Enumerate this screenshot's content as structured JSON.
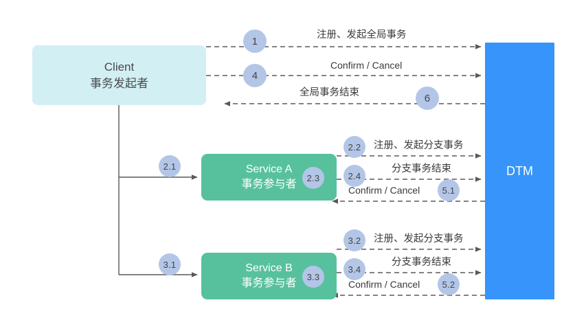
{
  "diagram": {
    "title": "DTM distributed transaction flow",
    "colors": {
      "client_fill": "#d2eff4",
      "service_fill": "#57c19d",
      "dtm_fill": "#3694fa",
      "badge_fill": "#b3c6e7",
      "line": "#595959",
      "text_dark": "#4a4a4a",
      "text_light": "#ffffff"
    }
  },
  "nodes": {
    "client": {
      "line1": "Client",
      "line2": "事务发起者"
    },
    "service_a": {
      "line1": "Service A",
      "line2": "事务参与者",
      "badge": "2.3"
    },
    "service_b": {
      "line1": "Service B",
      "line2": "事务参与者",
      "badge": "3.3"
    },
    "dtm": {
      "label": "DTM"
    }
  },
  "edges": [
    {
      "id": "e1",
      "badge": "1",
      "label": "注册、发起全局事务",
      "from": "client",
      "to": "dtm",
      "style": "dashed",
      "direction": "right"
    },
    {
      "id": "e4",
      "badge": "4",
      "label": "Confirm / Cancel",
      "from": "client",
      "to": "dtm",
      "style": "dashed",
      "direction": "right"
    },
    {
      "id": "e6",
      "badge": "6",
      "label": "全局事务结束",
      "from": "dtm",
      "to": "client",
      "style": "dashed",
      "direction": "left"
    },
    {
      "id": "e21",
      "badge": "2.1",
      "label": "",
      "from": "client",
      "to": "service_a",
      "style": "solid",
      "direction": "right"
    },
    {
      "id": "e22",
      "badge": "2.2",
      "label": "注册、发起分支事务",
      "from": "service_a",
      "to": "dtm",
      "style": "dashed",
      "direction": "right"
    },
    {
      "id": "e24",
      "badge": "2.4",
      "label": "分支事务结束",
      "from": "service_a",
      "to": "dtm",
      "style": "dashed",
      "direction": "right"
    },
    {
      "id": "e51",
      "badge": "5.1",
      "label": "Confirm / Cancel",
      "from": "dtm",
      "to": "service_a",
      "style": "dashed",
      "direction": "left"
    },
    {
      "id": "e31",
      "badge": "3.1",
      "label": "",
      "from": "client",
      "to": "service_b",
      "style": "solid",
      "direction": "right"
    },
    {
      "id": "e32",
      "badge": "3.2",
      "label": "注册、发起分支事务",
      "from": "service_b",
      "to": "dtm",
      "style": "dashed",
      "direction": "right"
    },
    {
      "id": "e34",
      "badge": "3.4",
      "label": "分支事务结束",
      "from": "service_b",
      "to": "dtm",
      "style": "dashed",
      "direction": "right"
    },
    {
      "id": "e52",
      "badge": "5.2",
      "label": "Confirm / Cancel",
      "from": "dtm",
      "to": "service_b",
      "style": "dashed",
      "direction": "left"
    }
  ]
}
